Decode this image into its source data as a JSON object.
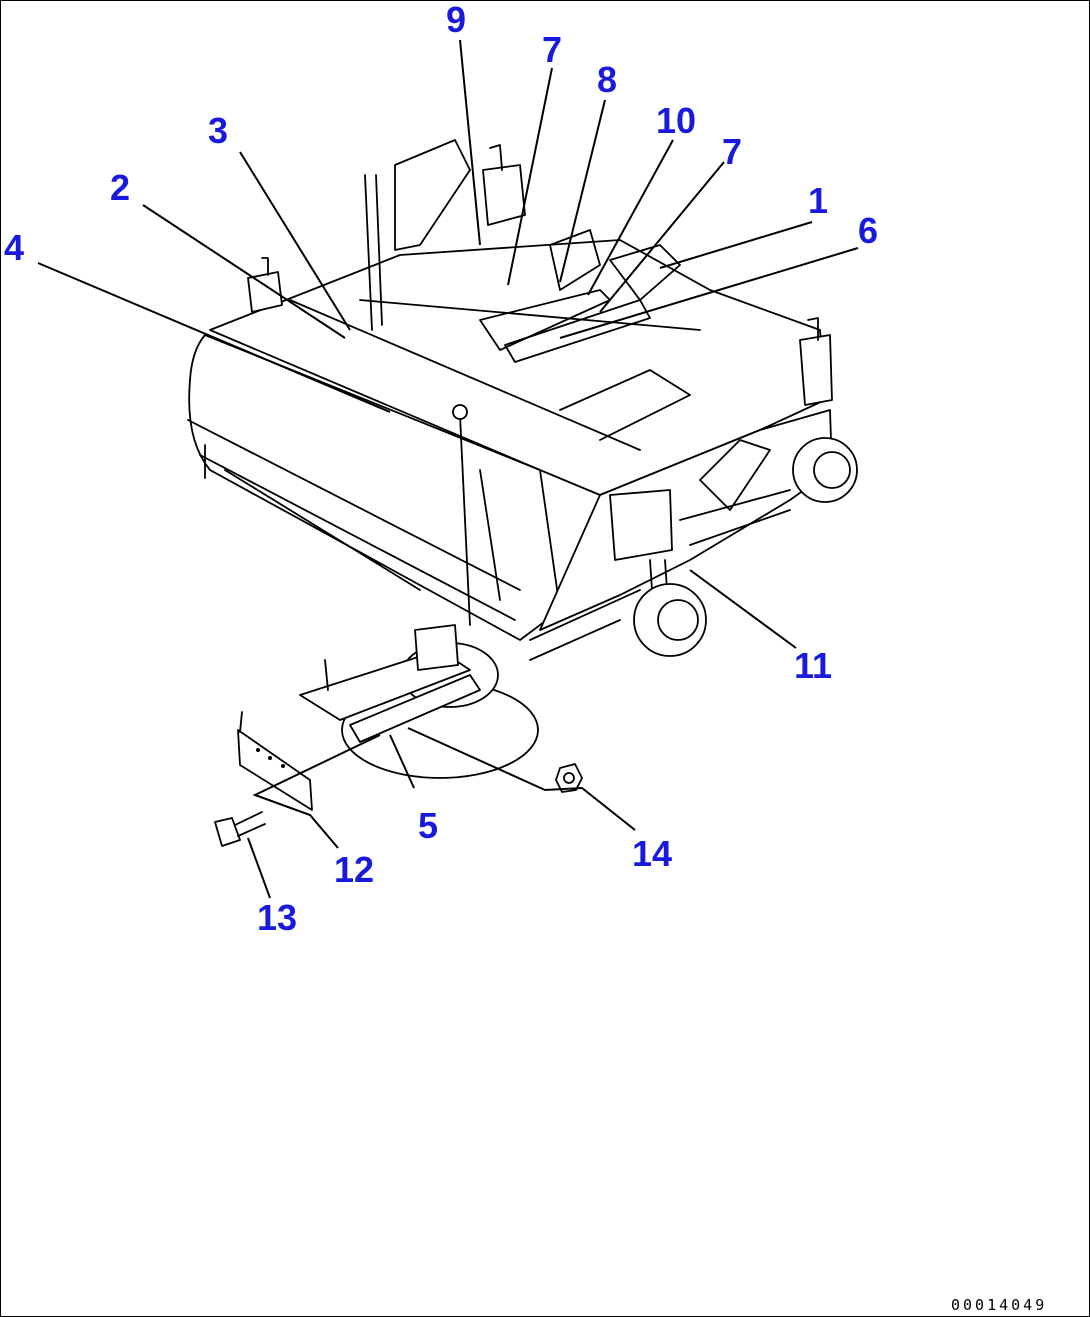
{
  "callouts": [
    {
      "id": "1",
      "label": "1"
    },
    {
      "id": "2",
      "label": "2"
    },
    {
      "id": "3",
      "label": "3"
    },
    {
      "id": "4",
      "label": "4"
    },
    {
      "id": "5",
      "label": "5"
    },
    {
      "id": "6",
      "label": "6"
    },
    {
      "id": "7a",
      "label": "7"
    },
    {
      "id": "7b",
      "label": "7"
    },
    {
      "id": "8",
      "label": "8"
    },
    {
      "id": "9",
      "label": "9"
    },
    {
      "id": "10",
      "label": "10"
    },
    {
      "id": "11",
      "label": "11"
    },
    {
      "id": "12",
      "label": "12"
    },
    {
      "id": "13",
      "label": "13"
    },
    {
      "id": "14",
      "label": "14"
    }
  ],
  "figure_number": "00014049",
  "colors": {
    "callout": "#1a1adf",
    "line": "#000000",
    "background": "#ffffff"
  }
}
